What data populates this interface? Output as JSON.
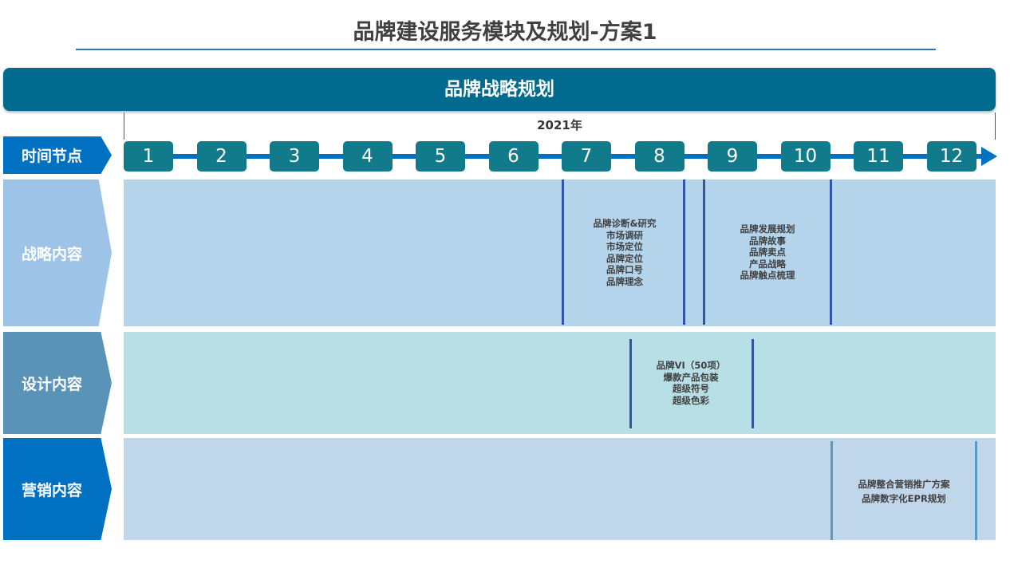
{
  "title": "品牌建设服务模块及规划-方案1",
  "banner": "品牌战略规划",
  "year": "2021年",
  "row_labels": {
    "time": "时间节点",
    "strategy": "战略内容",
    "design": "设计内容",
    "marketing": "营销内容"
  },
  "months": [
    "1",
    "2",
    "3",
    "4",
    "5",
    "6",
    "7",
    "8",
    "9",
    "10",
    "11",
    "12"
  ],
  "strategy_blocks": [
    {
      "lines": [
        "品牌诊断&研究",
        "市场调研",
        "市场定位",
        "品牌定位",
        "品牌口号",
        "品牌理念"
      ]
    },
    {
      "lines": [
        "品牌发展规划",
        "品牌故事",
        "品牌卖点",
        "产品战略",
        "品牌触点梳理"
      ]
    }
  ],
  "design_blocks": [
    {
      "lines": [
        "品牌VI（50项）",
        "爆款产品包装",
        "超级符号",
        "超级色彩"
      ]
    }
  ],
  "marketing_blocks": [
    {
      "lines": [
        "品牌整合营销推广方案",
        "品牌数字化EPR规划"
      ]
    }
  ],
  "colors": {
    "banner": "#006b8f",
    "month": "#117a8b",
    "accent": "#0070c0",
    "strategy_bg": "#b4d4ec",
    "design_bg": "#b8dfe6",
    "marketing_bg": "#c0d6ea"
  }
}
